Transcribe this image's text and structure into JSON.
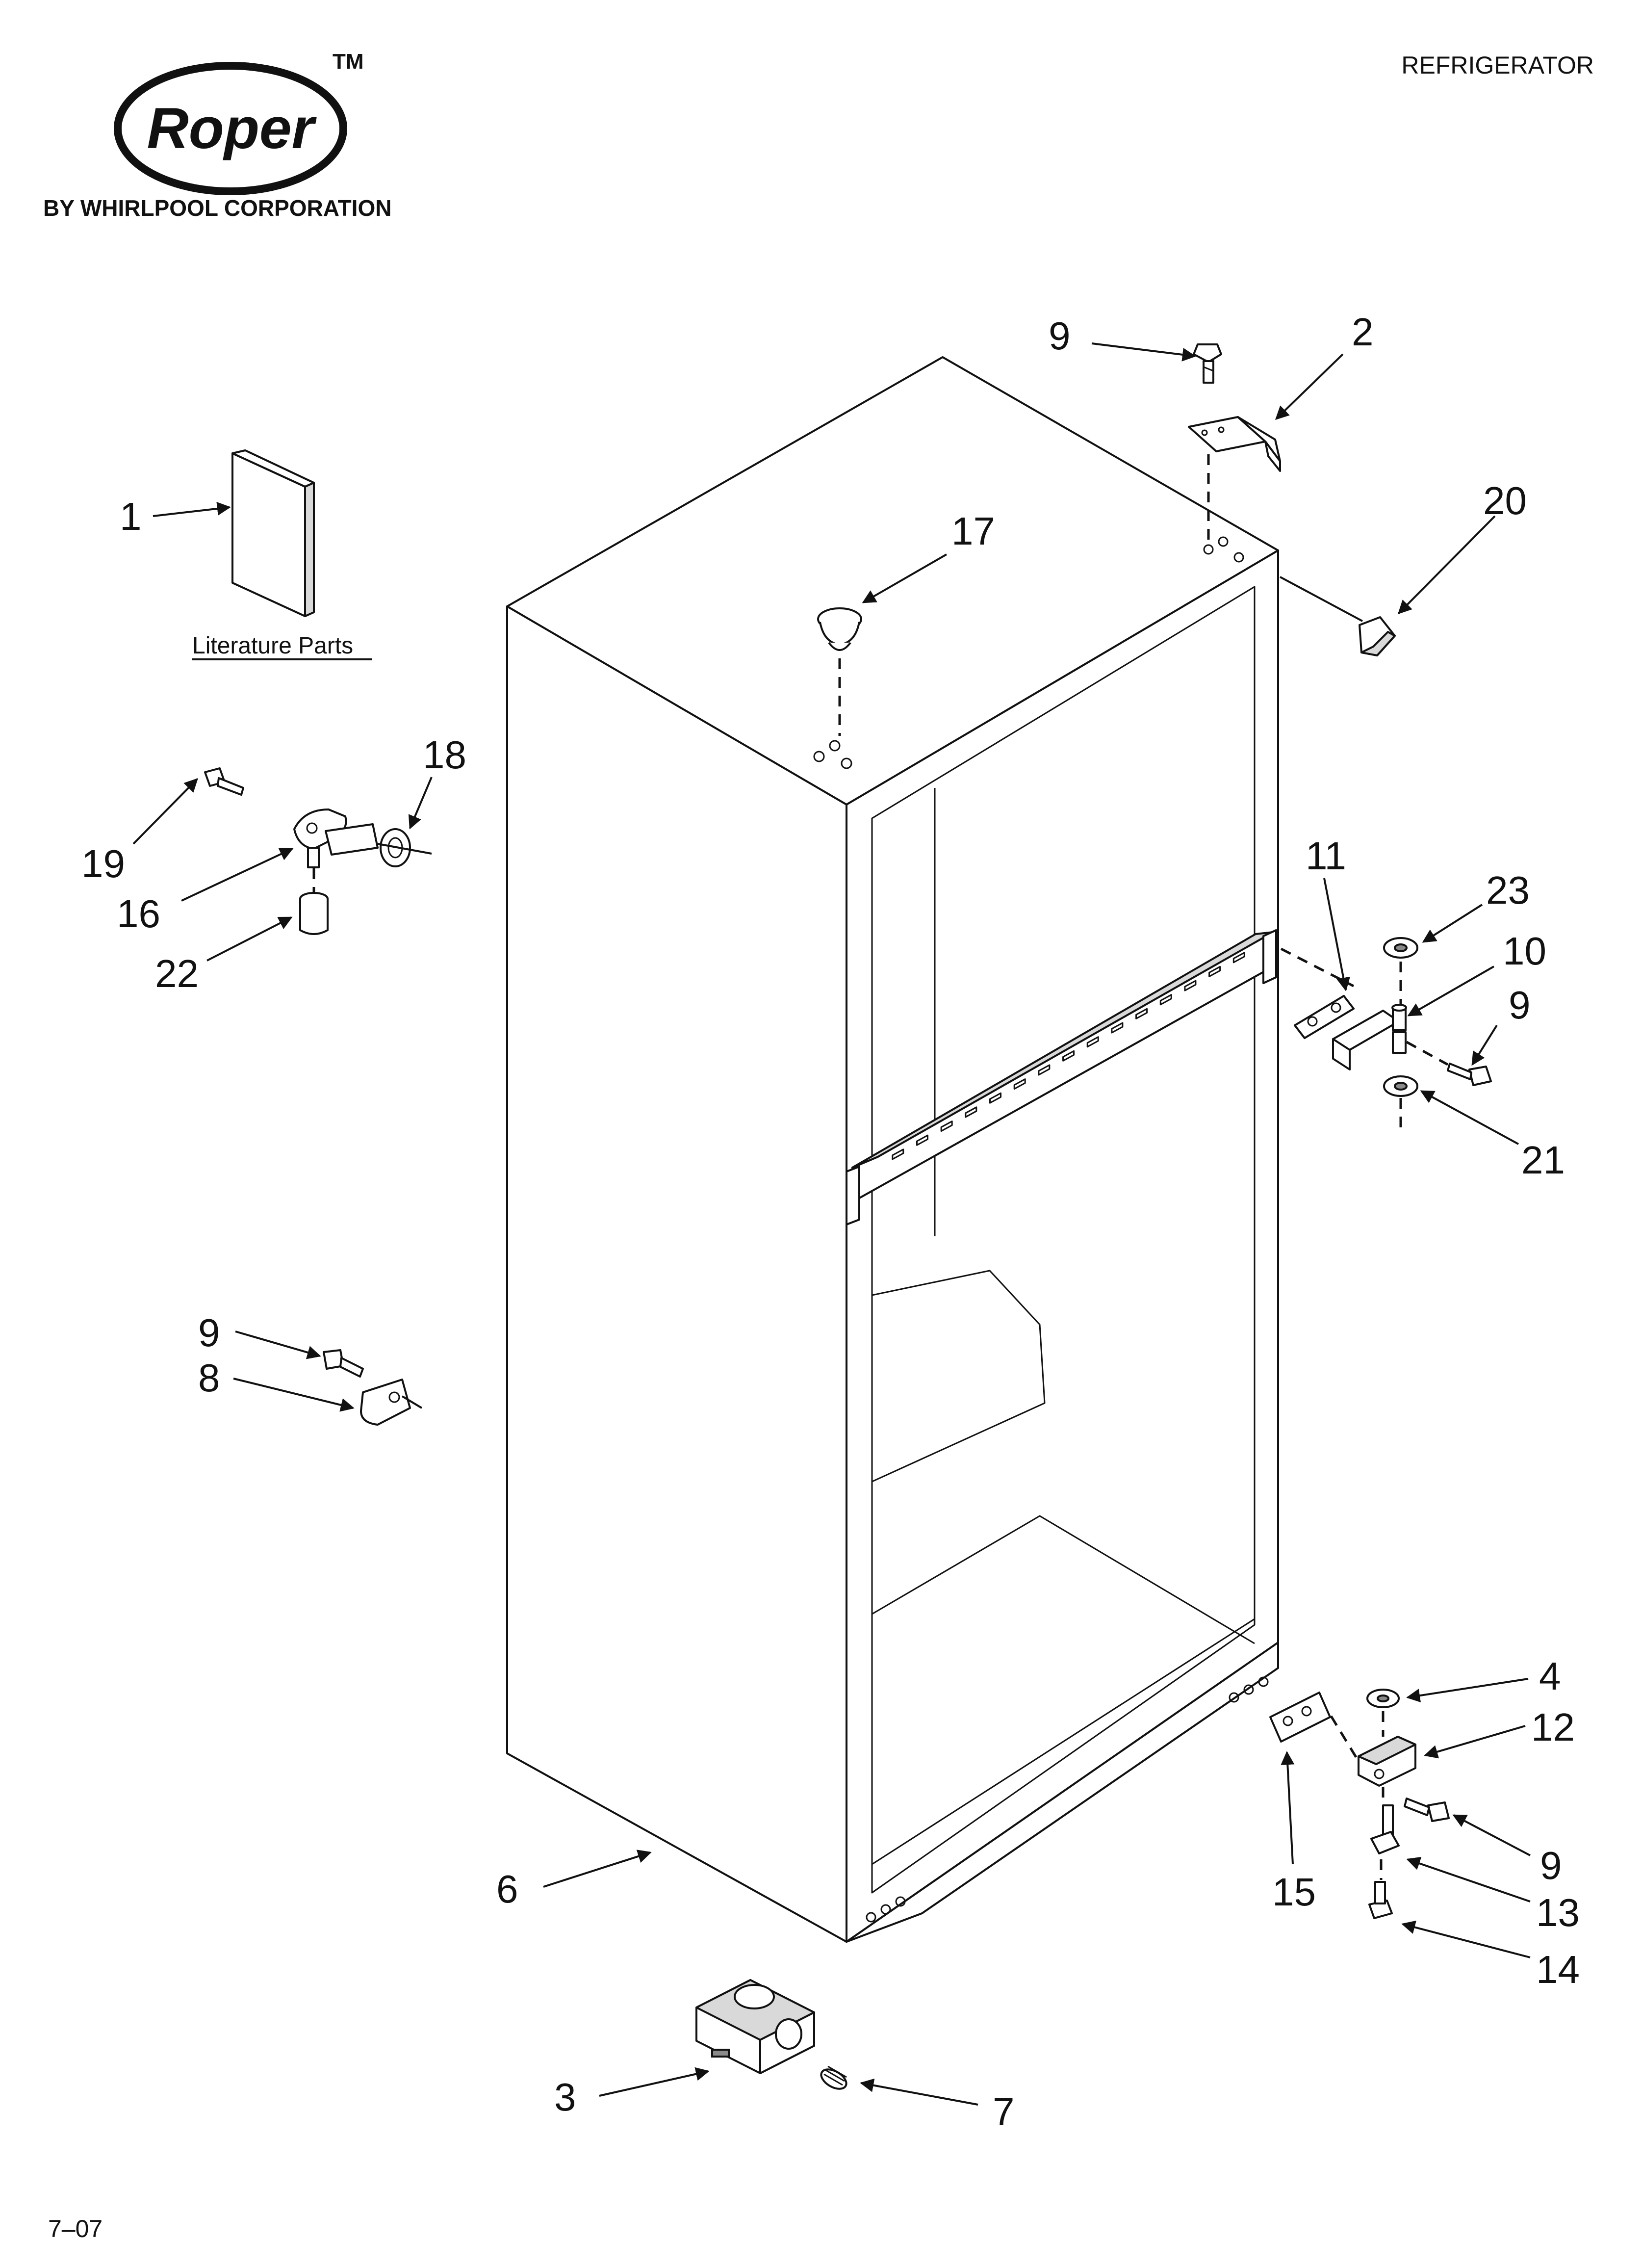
{
  "header": {
    "title": "REFRIGERATOR"
  },
  "brand": {
    "logo_word": "Roper",
    "trademark": "TM",
    "byline": "BY WHIRLPOOL CORPORATION"
  },
  "literature": {
    "label": "Literature Parts"
  },
  "callouts": {
    "c1": "1",
    "c2": "2",
    "c3": "3",
    "c4": "4",
    "c6": "6",
    "c7": "7",
    "c8": "8",
    "c9_top": "9",
    "c9_hinge": "9",
    "c9_left": "9",
    "c9_bottom": "9",
    "c10": "10",
    "c11": "11",
    "c12": "12",
    "c13": "13",
    "c14": "14",
    "c15": "15",
    "c16": "16",
    "c17": "17",
    "c18": "18",
    "c19": "19",
    "c20": "20",
    "c21": "21",
    "c22": "22",
    "c23": "23"
  },
  "footer": {
    "code": "7–07"
  },
  "colors": {
    "ink": "#111111",
    "paper": "#ffffff",
    "shade": "#d9d9d9"
  }
}
